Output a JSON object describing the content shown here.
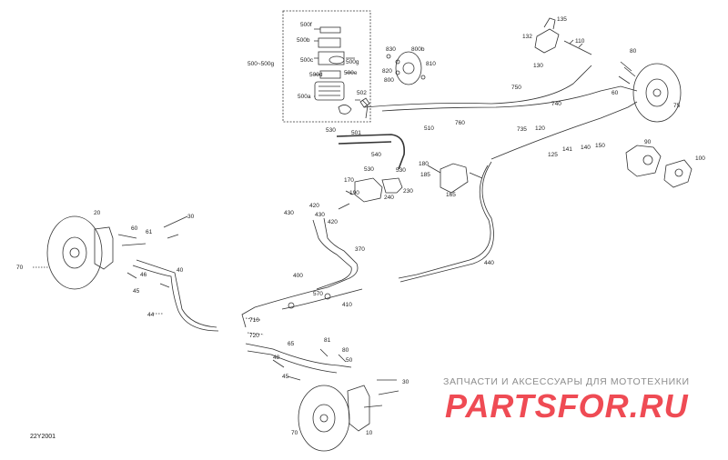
{
  "diagram": {
    "code": "22Y2001",
    "labels": [
      "500f",
      "500b",
      "500c",
      "500g",
      "500d",
      "500e",
      "500a",
      "500~500g",
      "830",
      "800b",
      "820",
      "800",
      "810",
      "502",
      "510",
      "530",
      "501",
      "540",
      "750",
      "760",
      "735",
      "120",
      "740",
      "130",
      "132",
      "135",
      "110",
      "80",
      "60",
      "75",
      "141",
      "140",
      "150",
      "125",
      "90",
      "100",
      "180",
      "185",
      "165",
      "530",
      "530",
      "170",
      "240",
      "230",
      "190",
      "430",
      "420",
      "430",
      "420",
      "370",
      "400",
      "570",
      "410",
      "710",
      "720",
      "60",
      "61",
      "30",
      "20",
      "70",
      "40",
      "46",
      "45",
      "44",
      "65",
      "81",
      "80",
      "48",
      "45",
      "50",
      "30",
      "10",
      "70",
      "440"
    ]
  },
  "watermark": {
    "tagline": "ЗАПЧАСТИ И АКСЕССУАРЫ ДЛЯ МОТОТЕХНИКИ",
    "brand": "PARTSFOR.RU"
  },
  "colors": {
    "line": "#333333",
    "brand": "#ef4b54",
    "tagline": "#8d8d8d"
  }
}
